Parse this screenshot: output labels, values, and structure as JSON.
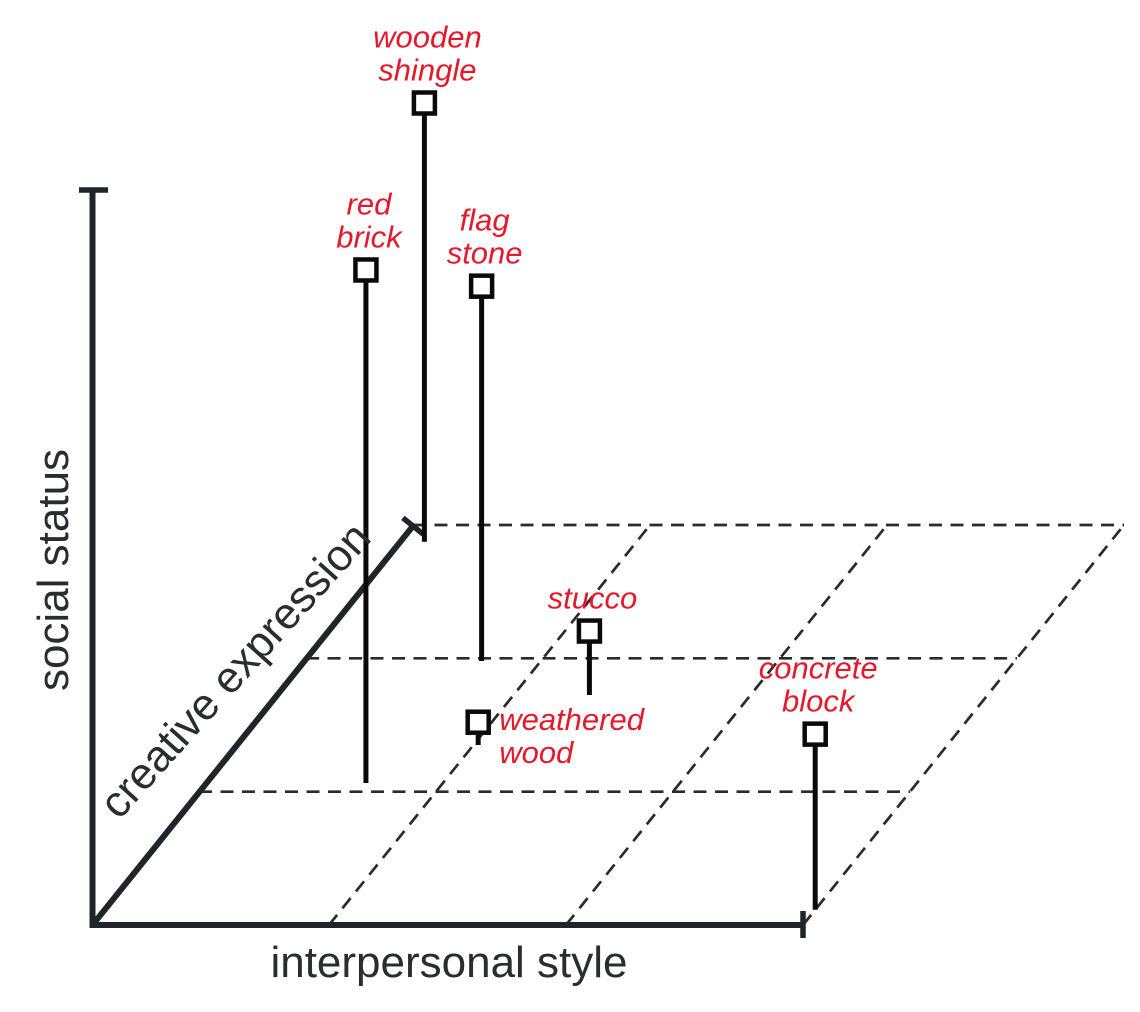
{
  "figure": {
    "background": "#ffffff",
    "axes": {
      "x": {
        "label": "interpersonal style"
      },
      "y": {
        "label": "social status"
      },
      "z": {
        "label": "creative expression"
      }
    },
    "colors": {
      "axis_line": "#20252a",
      "axis_text": "#2a2c2f",
      "grid_line": "#2b2b2b",
      "stem": "#0a0a0a",
      "marker_fill": "#ffffff",
      "marker_border": "#0a0a0a",
      "point_label": "#e4192b",
      "background": "#ffffff"
    }
  },
  "chart_data": {
    "type": "scatter",
    "subtype": "3d-stem-plot",
    "title": "",
    "xlabel": "interpersonal style",
    "ylabel": "social status",
    "zlabel": "creative expression",
    "axis_ranges": {
      "x": [
        0,
        1
      ],
      "y": [
        0,
        1
      ],
      "z": [
        0,
        1
      ]
    },
    "ticks_shown": false,
    "grid": {
      "floor_divisions": 3,
      "style": "dashed",
      "plane": "floor"
    },
    "legend": "none",
    "points": [
      {
        "id": "wooden-shingle",
        "label_lines": [
          "wooden",
          "shingle"
        ],
        "label_position": "above",
        "x": 0.035,
        "z": 0.958,
        "y_height": 0.597
      },
      {
        "id": "red-brick",
        "label_lines": [
          "red",
          "brick"
        ],
        "label_position": "above",
        "x": 0.225,
        "z": 0.355,
        "y_height": 0.698
      },
      {
        "id": "flag-stone",
        "label_lines": [
          "flag",
          "stone"
        ],
        "label_position": "above",
        "x": 0.25,
        "z": 0.66,
        "y_height": 0.51
      },
      {
        "id": "stucco",
        "label_lines": [
          "stucco"
        ],
        "label_position": "above",
        "x": 0.44,
        "z": 0.575,
        "y_height": 0.087
      },
      {
        "id": "weathered-wood",
        "label_lines": [
          "weathered",
          "wood"
        ],
        "label_position": "right",
        "x": 0.34,
        "z": 0.45,
        "y_height": 0.031
      },
      {
        "id": "concrete-block",
        "label_lines": [
          "concrete",
          "block"
        ],
        "label_position": "above",
        "x": 1.0,
        "z": 0.038,
        "y_height": 0.239
      }
    ]
  }
}
